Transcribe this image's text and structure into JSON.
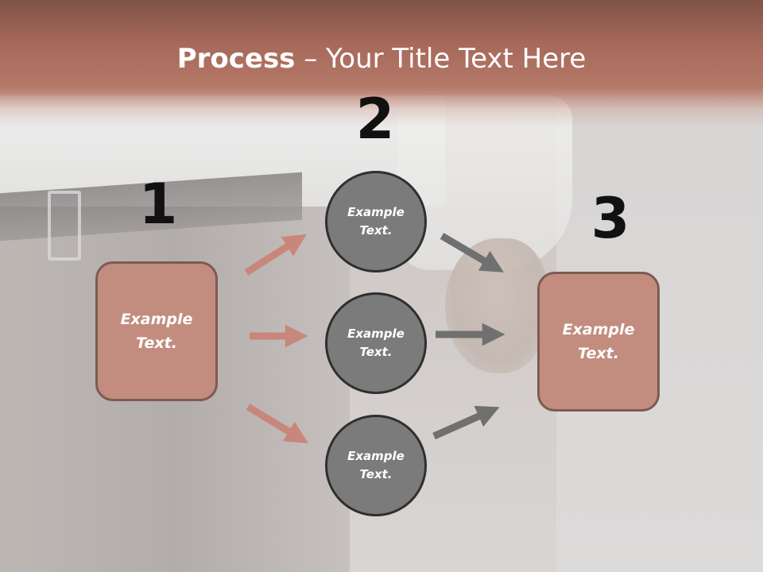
{
  "title": {
    "bold": "Process",
    "rest": " – Your Title Text Here"
  },
  "steps": [
    {
      "number": "1",
      "text_line1": "Example",
      "text_line2": "Text."
    },
    {
      "number": "2",
      "text_line1": "Example",
      "text_line2": "Text."
    },
    {
      "number": "3",
      "text_line1": "Example",
      "text_line2": "Text."
    }
  ],
  "circles": [
    {
      "text_line1": "Example",
      "text_line2": "Text."
    },
    {
      "text_line1": "Example",
      "text_line2": "Text."
    },
    {
      "text_line1": "Example",
      "text_line2": "Text."
    }
  ],
  "colors": {
    "box_fill": "#c28d7e",
    "box_border": "#7f5a52",
    "circle_fill": "#7b7b7b",
    "circle_border": "#2f2f2f",
    "arrow_left": "#c8877a",
    "arrow_right": "#707070",
    "header": "#a7695a"
  }
}
